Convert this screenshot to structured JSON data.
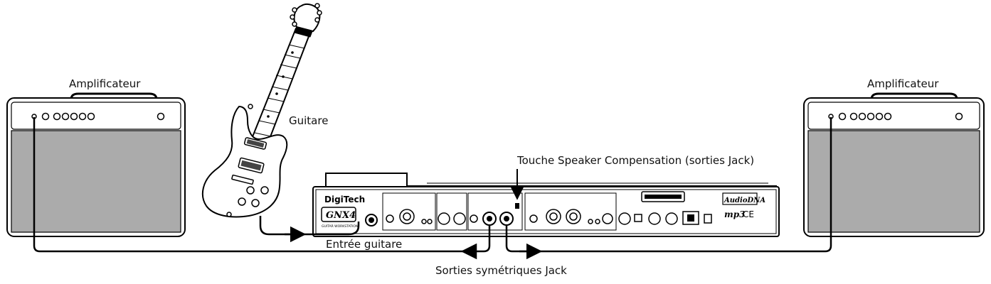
{
  "labels": {
    "amp_left": "Amplificateur",
    "amp_right": "Amplificateur",
    "guitar": "Guitare",
    "speaker_comp": "Touche Speaker Compensation (sorties Jack)",
    "guitar_input": "Entrée guitare",
    "outputs": "Sorties symétriques Jack"
  },
  "device": {
    "brand": "DigiTech",
    "model": "GNX4",
    "subtitle": "GUITAR WORKSTATION",
    "logo": "AudioDNA",
    "mp3": "mp3",
    "ce": "CE"
  }
}
